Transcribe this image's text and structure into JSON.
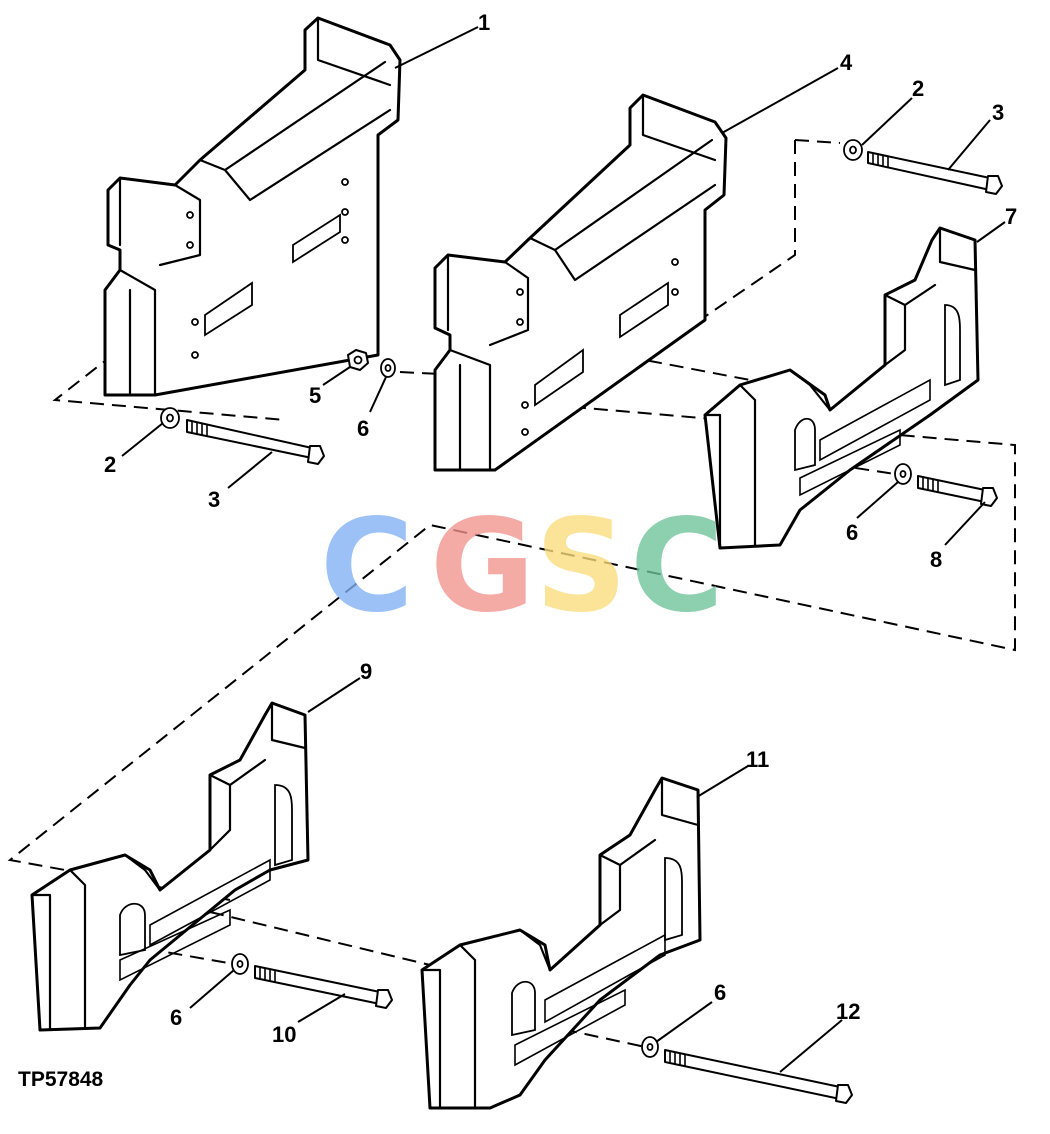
{
  "figure_id": "TP57848",
  "watermark": {
    "letters": [
      {
        "char": "C",
        "color": "#7fb0f5"
      },
      {
        "char": "G",
        "color": "#f2938c"
      },
      {
        "char": "S",
        "color": "#fbdc7a"
      },
      {
        "char": "C",
        "color": "#6cc39a"
      }
    ]
  },
  "callouts": [
    "1",
    "2",
    "3",
    "4",
    "2",
    "3",
    "5",
    "6",
    "7",
    "6",
    "8",
    "9",
    "11",
    "6",
    "10",
    "6",
    "12"
  ]
}
